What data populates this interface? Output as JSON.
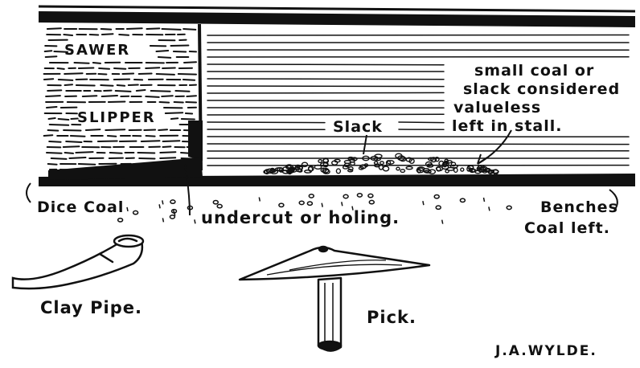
{
  "colors": {
    "ink": "#111111",
    "paper": "#ffffff"
  },
  "labels": {
    "sawer": "SAWER",
    "slipper": "SLIPPER",
    "slack": "Slack",
    "note_line1": "small coal or",
    "note_line2": "slack considered",
    "note_line3": "valueless",
    "note_line4": "left in stall.",
    "dice_coal": "Dice Coal",
    "undercut": "undercut or holing.",
    "benches_line1": "Benches",
    "benches_line2": "Coal left.",
    "clay_pipe": "Clay Pipe.",
    "pick": "Pick.",
    "signature": "J.A.WYLDE."
  }
}
